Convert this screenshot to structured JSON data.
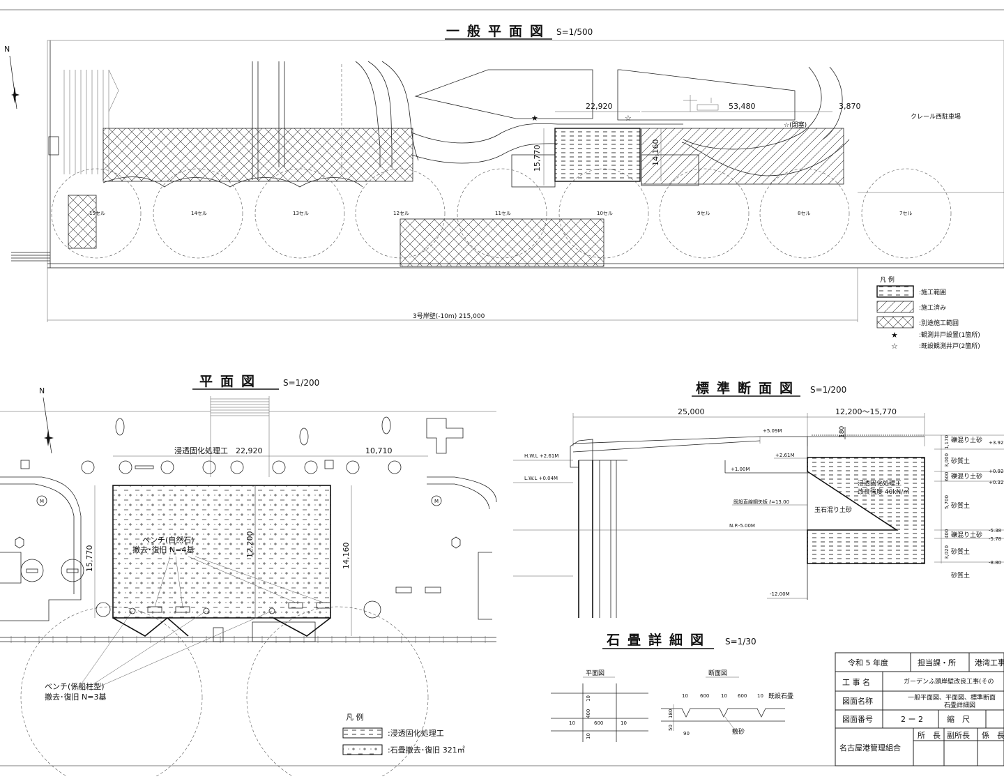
{
  "general_plan": {
    "title": "一般平面図",
    "scale": "S=1/500",
    "north": "N",
    "dim_a": "22,920",
    "dim_b": "53,480",
    "dim_c": "3,870",
    "dim_h1": "15,770",
    "dim_h2": "14,160",
    "parking_label": "クレール西駐車場",
    "closed_label": "☆(閉塞)",
    "cells": [
      "15セル",
      "14セル",
      "13セル",
      "12セル",
      "11セル",
      "10セル",
      "9セル",
      "8セル",
      "7セル"
    ],
    "wharf": "3号岸壁(-10m) 215,000",
    "legend": {
      "title": "凡 例",
      "items": [
        ":施工範囲",
        ":施工済み",
        ":別途施工範囲"
      ],
      "star_filled": ":観測井戸設置(1箇所)",
      "star_open": ":既設観測井戸(2箇所)"
    }
  },
  "plan": {
    "title": "平面図",
    "scale": "S=1/200",
    "north": "N",
    "dim_top": "浸透固化処理工　22,920",
    "dim_top2": "10,710",
    "dim_left": "15,770",
    "dim_mid": "12,200",
    "dim_right": "14,160",
    "bench_natural": "ベンチ(自然石)",
    "bench_natural_note": "撤去･復旧 N=4基",
    "bench_bollard": "ベンチ(係船柱型)",
    "bench_bollard_note": "撤去･復旧 N=3基",
    "legend": {
      "title": "凡 例",
      "item1": ":浸透固化処理工",
      "item2": ":石畳撤去･復旧 321㎡"
    }
  },
  "section": {
    "title": "標準断面図",
    "scale": "S=1/200",
    "dim_a": "25,000",
    "dim_b": "12,200～15,770",
    "dim_180": "180",
    "level_509": "+5.09M",
    "level_261": "+2.61M",
    "level_100": "+1.00M",
    "hwl": "H.W.L +2.61M",
    "lwl": "L.W.L +0.04M",
    "sheet_pile": "既設直線鋼矢板 ℓ=13.00",
    "np": "N.P.-5.00M",
    "level_1200": "-12.00M",
    "treat1": "浸透固化処理工",
    "treat2": "改良強度 40kN/㎡",
    "fill": "玉石混り土砂",
    "layers": [
      "礫混り土砂",
      "砂質土",
      "礫混り土砂",
      "砂質土",
      "礫混り土砂",
      "砂質土",
      "砂質土"
    ],
    "thicknesses": [
      "1,170",
      "3,000",
      "600",
      "5,700",
      "400",
      "3,020"
    ],
    "elevs": [
      "+3.92",
      "+0.92",
      "+0.32",
      "-5.38",
      "-5.78",
      "-8.80"
    ]
  },
  "paving": {
    "title": "石畳詳細図",
    "scale": "S=1/30",
    "plan_label": "平面図",
    "section_label": "断面図",
    "dims_top": [
      "10",
      "600",
      "10",
      "600",
      "10"
    ],
    "existing": "既設石畳",
    "sand": "敷砂",
    "d400": "400",
    "d600": "600",
    "d10a": "10",
    "d10b": "10",
    "d10c": "10",
    "d10d": "10",
    "d180": "180",
    "d50": "50",
    "d90": "90"
  },
  "title_block": {
    "year": "令和 5 年度",
    "dept_label": "担当課・所",
    "dept": "港湾工事",
    "name_label": "工 事 名",
    "name": "ガーデンふ頭岸壁改良工事(その",
    "drawing_label": "図面名称",
    "drawing1": "一般平面図、平面図、標準断面",
    "drawing2": "石畳詳細図",
    "number_label": "図面番号",
    "number": "2 ー 2",
    "scale_label": "縮　尺",
    "org": "名古屋港管理組合",
    "chief": "所　長",
    "deputy": "副所長",
    "staff": "係　長"
  }
}
